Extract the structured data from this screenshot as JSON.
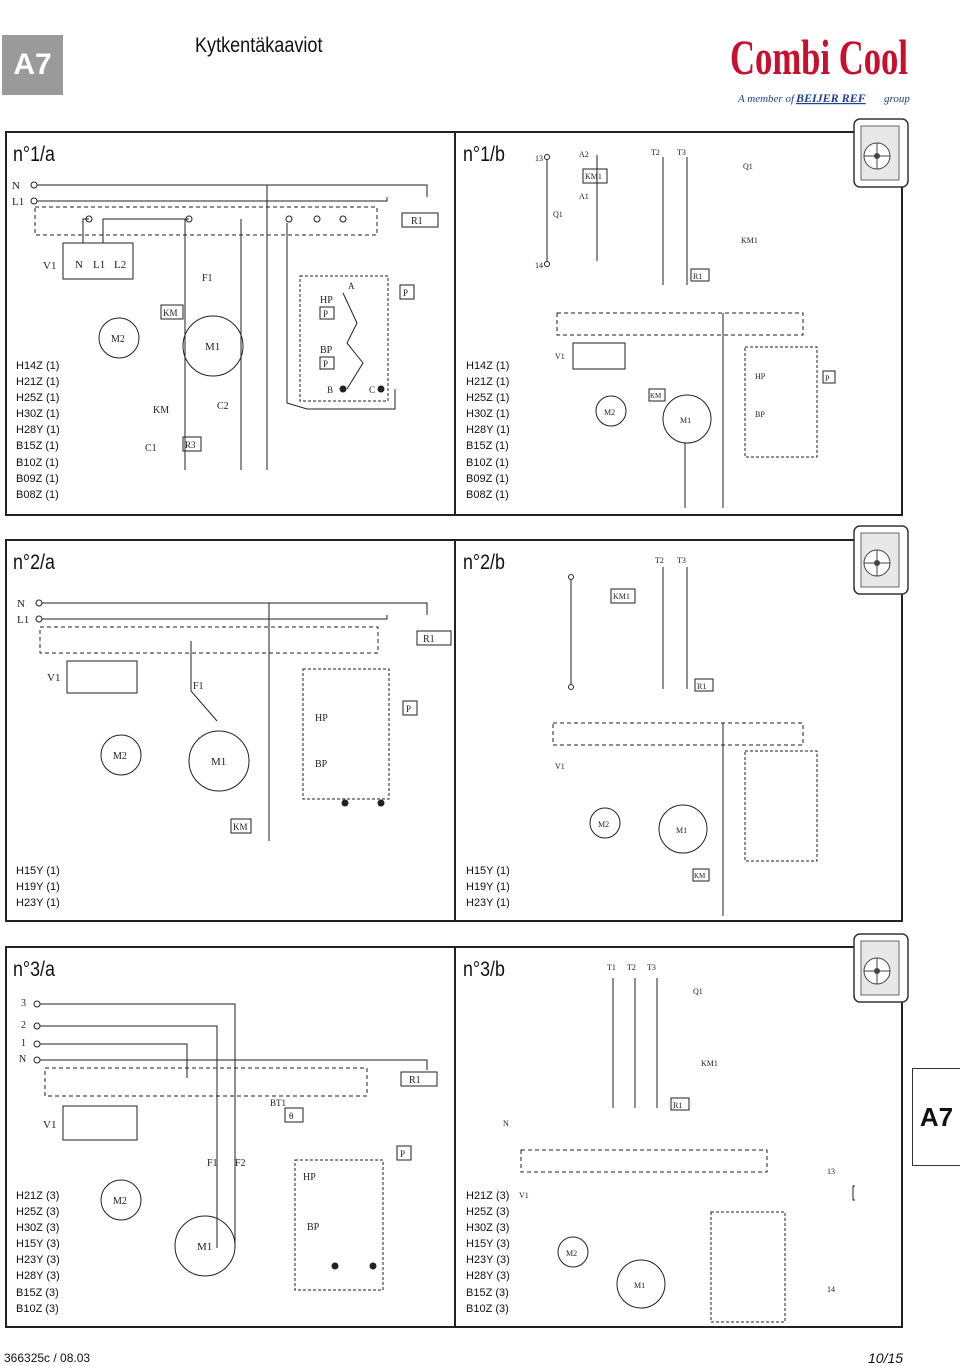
{
  "header": {
    "tab": "A7",
    "title": "Kytkentäkaaviot",
    "logo": {
      "brand": "Combi Cool",
      "tagline_prefix": "A member of",
      "tagline_group": "BEIJER REF",
      "tagline_suffix": "group"
    },
    "colors": {
      "brand_red": "#c8102e",
      "tagline_blue": "#1f3f8f",
      "tab_gray": "#9a9a9a"
    }
  },
  "sections": [
    {
      "left": {
        "title": "n°1/a",
        "models": [
          "H14Z (1)",
          "H21Z (1)",
          "H25Z (1)",
          "H30Z (1)",
          "H28Y (1)",
          "B15Z (1)",
          "B10Z (1)",
          "B09Z (1)",
          "B08Z (1)"
        ]
      },
      "right": {
        "title": "n°1/b",
        "models": [
          "H14Z (1)",
          "H21Z (1)",
          "H25Z (1)",
          "H30Z (1)",
          "H28Y (1)",
          "B15Z (1)",
          "B10Z (1)",
          "B09Z (1)",
          "B08Z (1)"
        ]
      }
    },
    {
      "left": {
        "title": "n°2/a",
        "models": [
          "H15Y (1)",
          "H19Y (1)",
          "H23Y (1)"
        ]
      },
      "right": {
        "title": "n°2/b",
        "models": [
          "H15Y (1)",
          "H19Y (1)",
          "H23Y (1)"
        ]
      }
    },
    {
      "left": {
        "title": "n°3/a",
        "models": [
          "H21Z (3)",
          "H25Z (3)",
          "H30Z (3)",
          "H15Y (3)",
          "H23Y (3)",
          "H28Y (3)",
          "B15Z (3)",
          "B10Z (3)"
        ]
      },
      "right": {
        "title": "n°3/b",
        "models": [
          "H21Z (3)",
          "H25Z (3)",
          "H30Z (3)",
          "H15Y (3)",
          "H23Y (3)",
          "H28Y (3)",
          "B15Z (3)",
          "B10Z (3)"
        ]
      }
    }
  ],
  "labels": {
    "supply": [
      "N",
      "L1"
    ],
    "supply3": [
      "3",
      "2",
      "1",
      "N"
    ],
    "relay": "R1",
    "terminal": [
      "V1",
      "N",
      "L1",
      "L2"
    ],
    "motors": [
      "M1",
      "M2"
    ],
    "contactor": "KM",
    "pressure": [
      "HP",
      "BP",
      "P"
    ],
    "switch": [
      "A",
      "B",
      "C"
    ],
    "caps": [
      "C1",
      "C2",
      "R3"
    ],
    "fuse": "F1",
    "fuse2": "F2",
    "bt": "BT1",
    "qs": [
      "Q1",
      "KM1",
      "A1",
      "A2",
      "T1",
      "T2",
      "T3"
    ]
  },
  "side_tab": "A7",
  "footer": {
    "code": "366325c / 08.03",
    "page": "10/15"
  }
}
